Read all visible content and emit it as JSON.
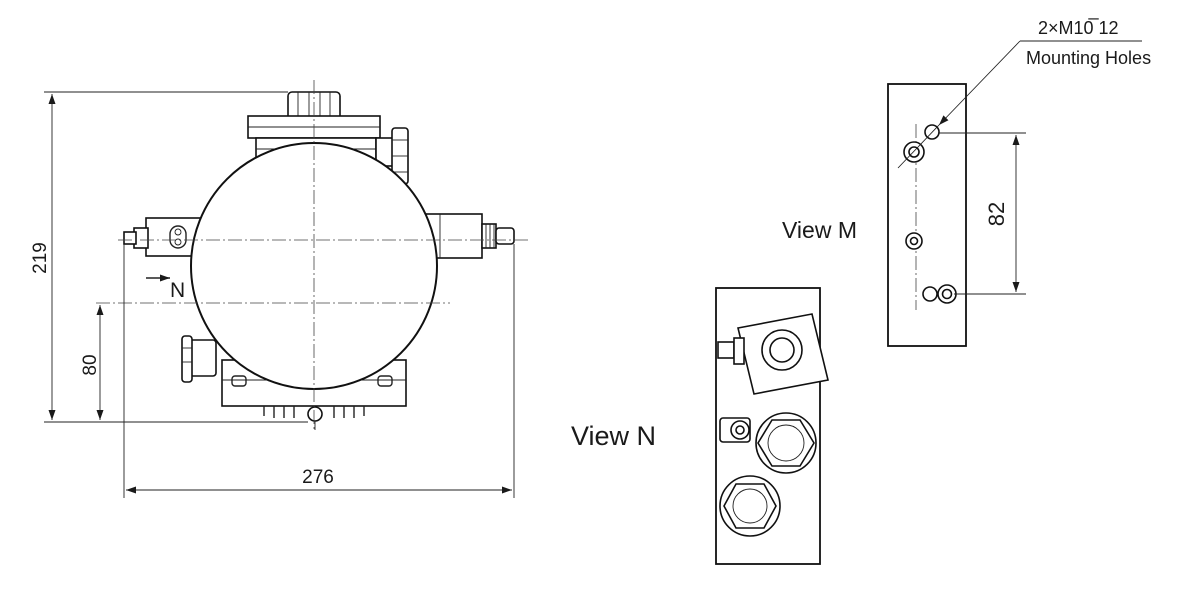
{
  "dimensions": {
    "height_total": "219",
    "height_lower": "80",
    "width_total": "276",
    "hole_spacing": "82"
  },
  "labels": {
    "view_arrow": "N",
    "view_m": "View M",
    "view_n": "View N"
  },
  "callout": {
    "spec": "2×M10̅ 12",
    "description": "Mounting Holes"
  },
  "colors": {
    "line": "#1a1a1a",
    "background": "#ffffff"
  }
}
